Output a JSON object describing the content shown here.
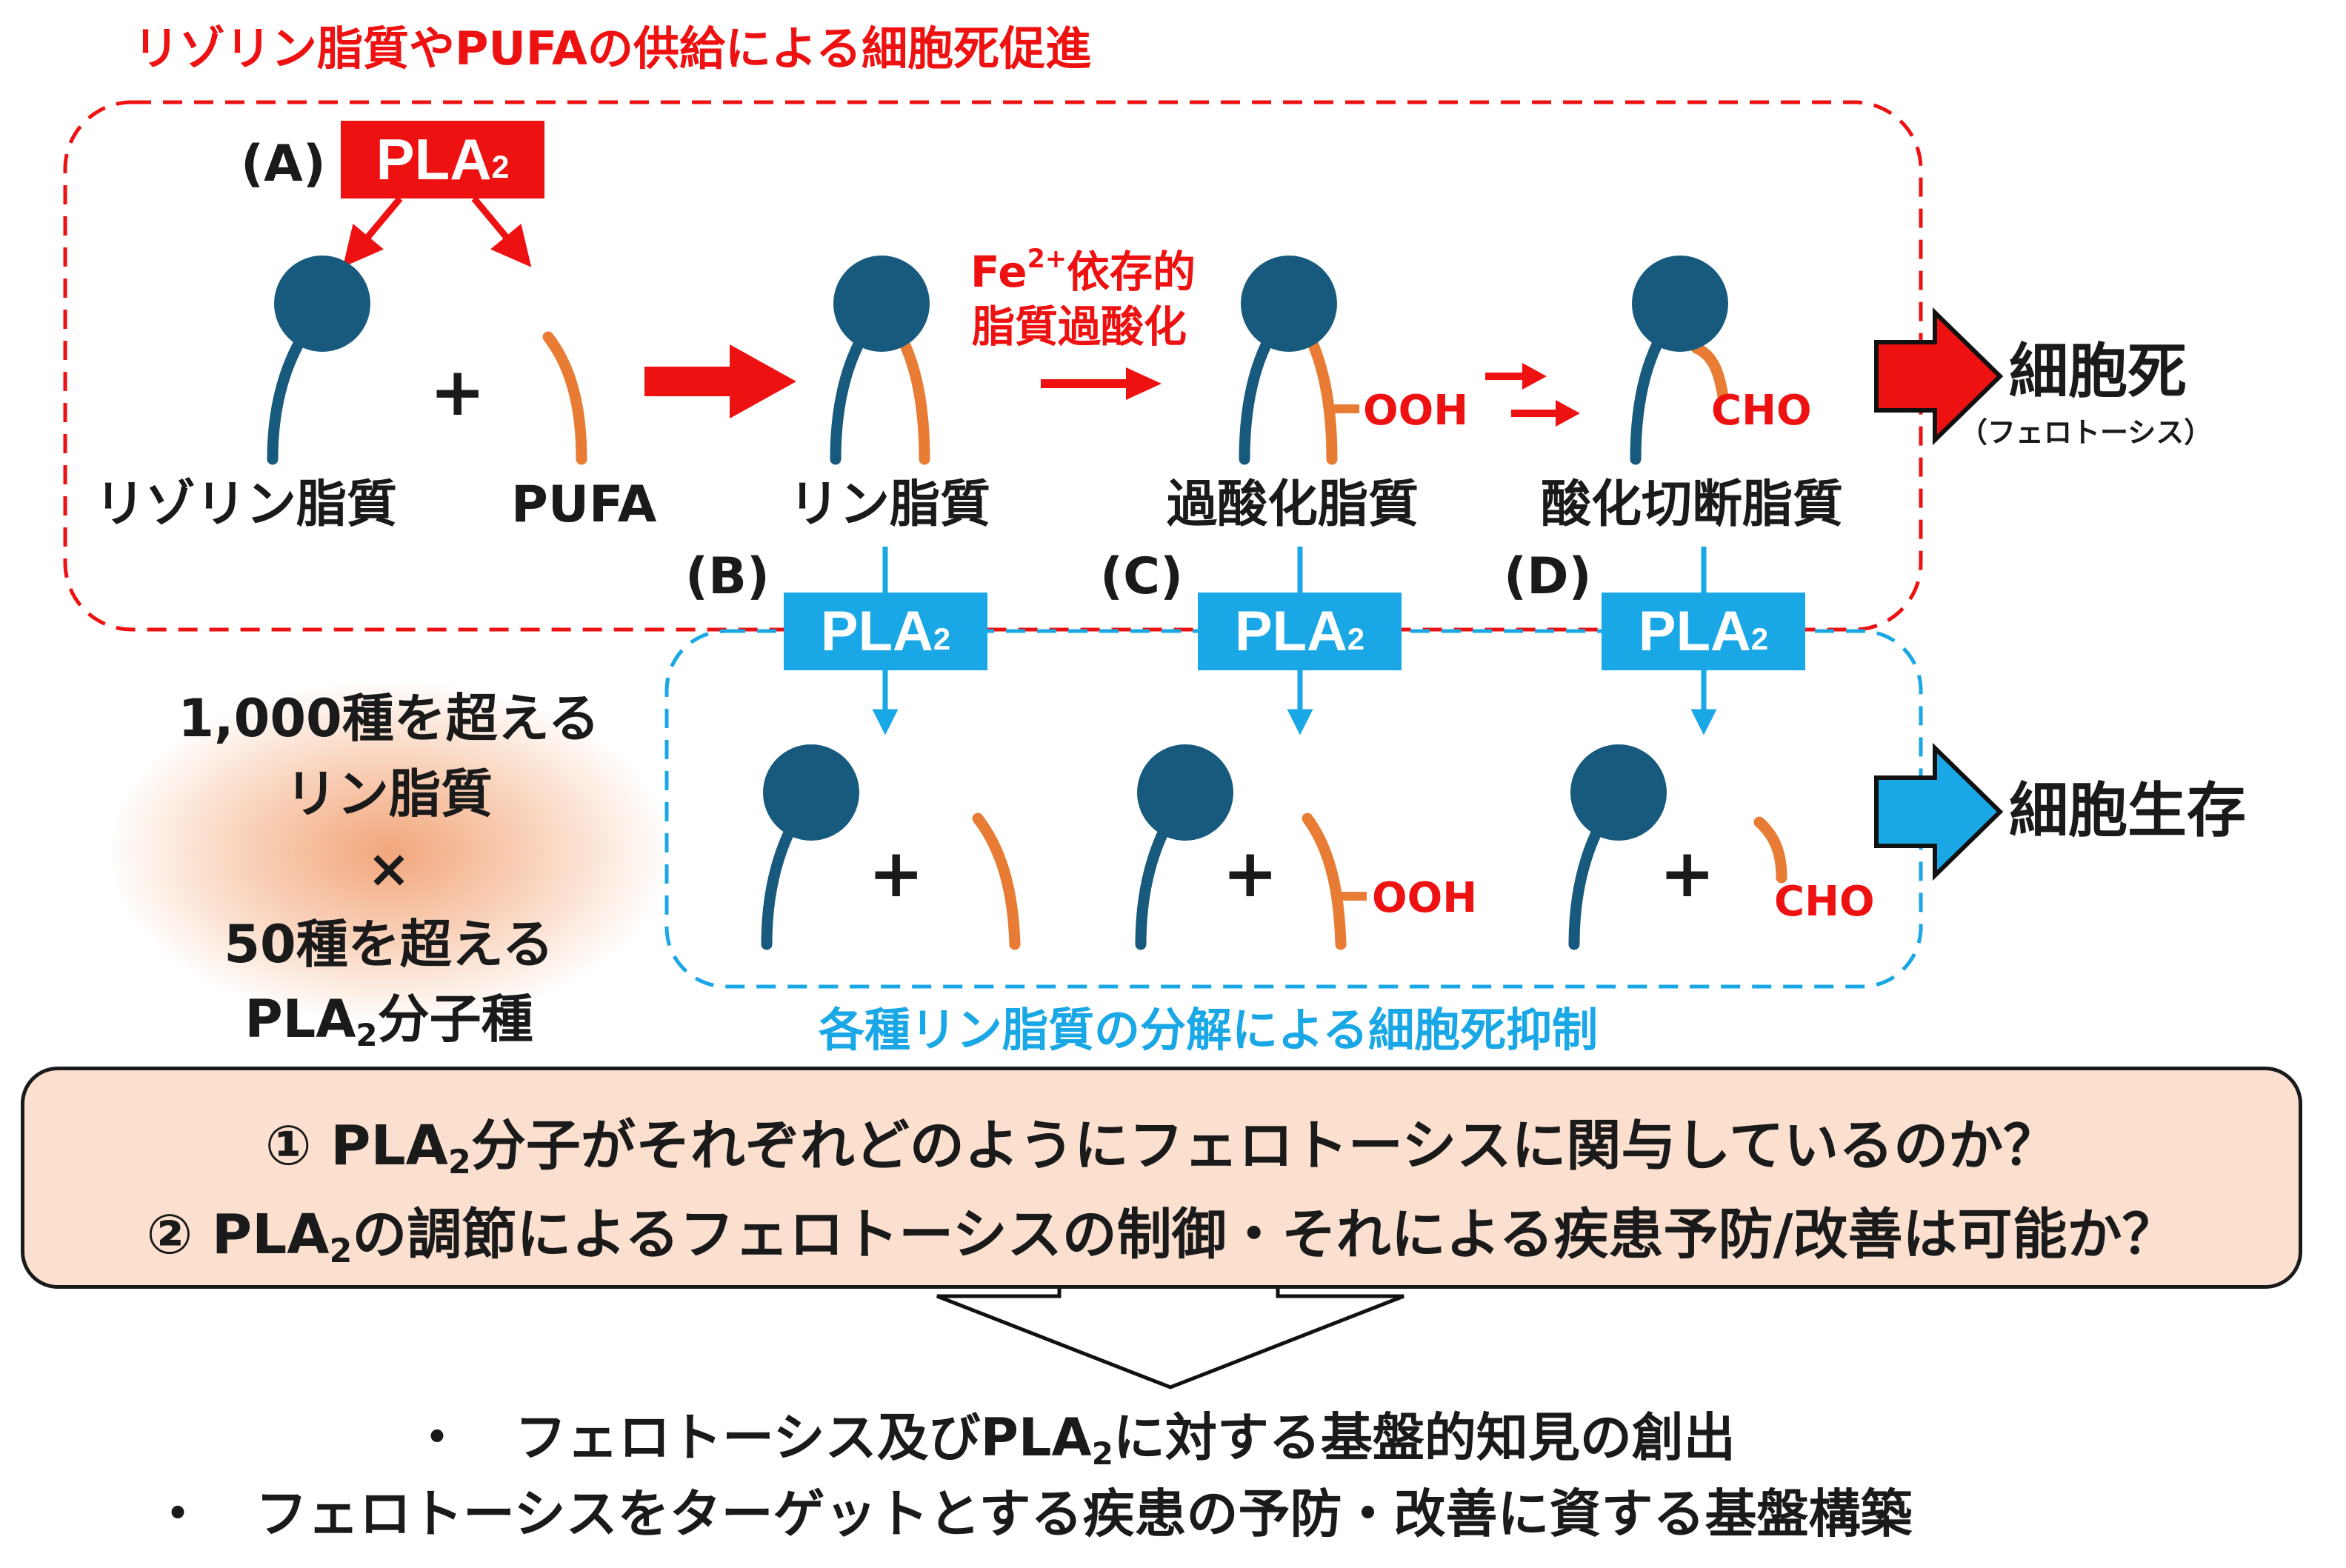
{
  "colors": {
    "red": "#ee1111",
    "blue": "#1aa7e6",
    "navy": "#185a7e",
    "orange": "#e87c35",
    "peach": "#fbe0d0"
  },
  "top": {
    "title": "リゾリン脂質やPUFAの供給による細胞死促進",
    "labelA": "(A)",
    "plaA_main": "PLA",
    "pla_sub": "2",
    "plus": "+",
    "lyso": "リゾリン脂質",
    "pufa": "PUFA",
    "phospholipid": "リン脂質",
    "fe_line1": "Fe",
    "fe_sup": "2+",
    "fe_line1b": "依存的",
    "fe_line2": "脂質過酸化",
    "peroxide": "過酸化脂質",
    "cleaved": "酸化切断脂質",
    "ooh": "OOH",
    "cho": "CHO",
    "death": "細胞死",
    "ferroptosis": "（フェロトーシス）"
  },
  "bottom": {
    "labelB": "(B)",
    "labelC": "(C)",
    "labelD": "(D)",
    "pla_main": "PLA",
    "survival": "細胞生存",
    "caption": "各種リン脂質の分解による細胞死抑制"
  },
  "side": {
    "line1": "1,000種を超える",
    "line2": "リン脂質",
    "line3": "×",
    "line4": "50種を超える",
    "line5_pre": "PLA",
    "line5_post": "分子種"
  },
  "questions": {
    "q1_pre": "① PLA",
    "q1_post": "分子がそれぞれどのようにフェロトーシスに関与しているのか？",
    "q2_pre": "② PLA",
    "q2_post": "の調節によるフェロトーシスの制御・それによる疾患予防/改善は可能か？"
  },
  "outcomes": {
    "b1_pre": "・　フェロトーシス及びPLA",
    "b1_post": "に対する基盤的知見の創出",
    "b2": "・　フェロトーシスをターゲットとする疾患の予防・改善に資する基盤構築"
  }
}
